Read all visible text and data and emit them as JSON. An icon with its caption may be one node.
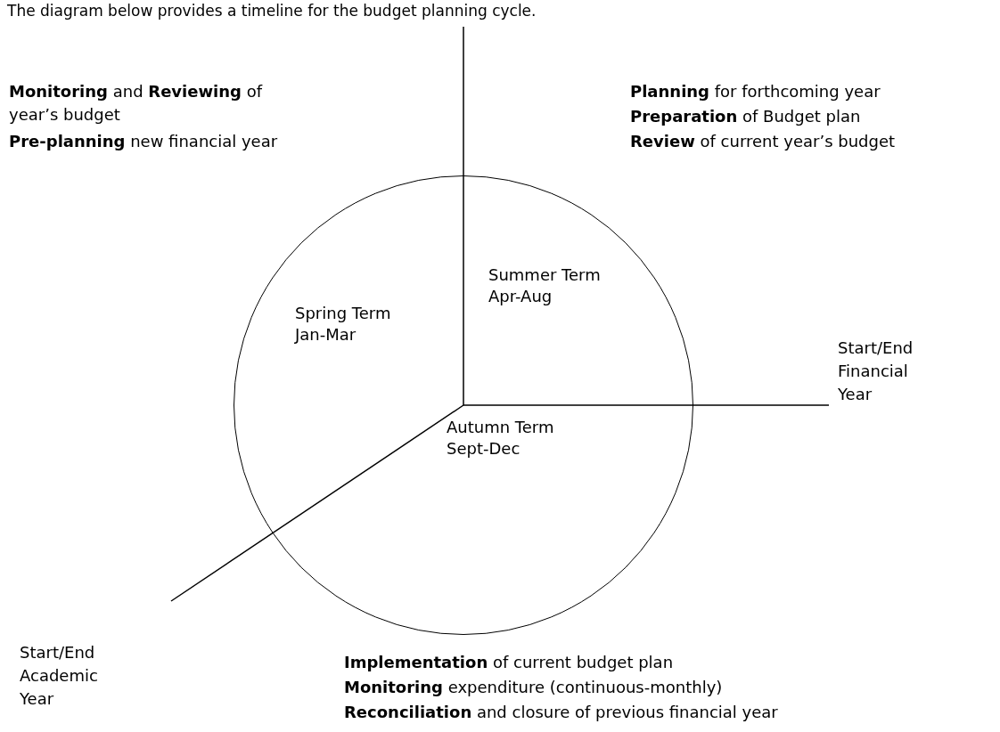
{
  "diagram": {
    "title": "The diagram below provides a timeline for the budget planning cycle.",
    "nodes": [
      {
        "text": [],
        "shape": "circle"
      },
      {
        "text": [
          "Spring Term",
          "Jan-Mar"
        ],
        "in": 0
      },
      {
        "text": [
          "Summer Term",
          "Apr-Aug"
        ],
        "in": 0
      },
      {
        "text": [
          "Autumn Term",
          "Sept-Dec"
        ],
        "in": 0
      }
    ],
    "labels": [
      "**Monitoring** and **Reviewing** of year’s budget",
      "**Pre-planning** new financial year",
      "**Planning** for forthcoming year",
      "**Preparation** of Budget plan",
      "**Review** of current year’s budget",
      "Start/End Financial Year",
      "Start/End Academic Year",
      "**Implementation** of current budget plan",
      "**Monitoring** expenditure (continuous-monthly)",
      "**Reconciliation** and closure of previous financial year"
    ]
  }
}
